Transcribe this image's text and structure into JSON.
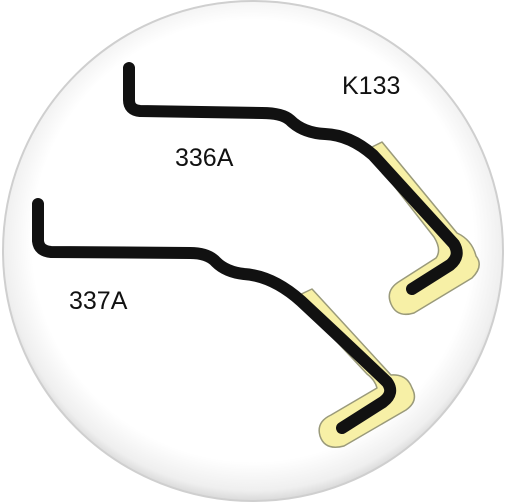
{
  "labels": {
    "part_top": "K133",
    "part_upper_wire": "336A",
    "part_lower_wire": "337A"
  },
  "colors": {
    "wire": "#111111",
    "sleeve_fill": "#f7f0a6",
    "sleeve_stroke": "#9a9a7a",
    "disc_fill": "#ffffff",
    "disc_edge": "#d4d4d4",
    "label_text": "#111111"
  }
}
